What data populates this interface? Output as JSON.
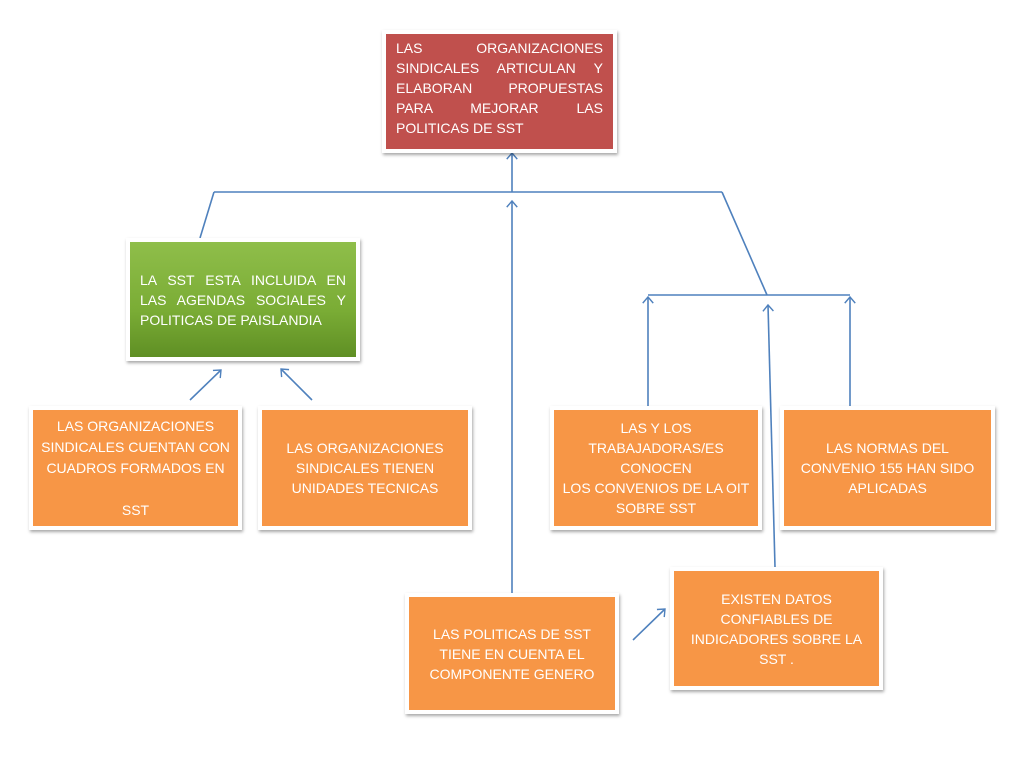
{
  "diagram": {
    "colors": {
      "connector": "#4f81bd",
      "goal": "#c0504d",
      "agenda": "#7aac35",
      "factor": "#f79646"
    },
    "boxes": {
      "goal": "LAS ORGANIZACIONES SINDICALES ARTICULAN Y ELABORAN PROPUESTAS PARA MEJORAR LAS POLITICAS DE SST",
      "agenda": "LA SST ESTA INCLUIDA EN LAS AGENDAS SOCIALES Y POLITICAS DE PAISLANDIA",
      "cuadros": "LAS ORGANIZACIONES SINDICALES CUENTAN CON CUADROS FORMADOS EN\n\nSST",
      "unidades": "LAS ORGANIZACIONES SINDICALES  TIENEN UNIDADES TECNICAS",
      "convenios": "LAS Y LOS TRABAJADORAS/ES CONOCEN\nLOS CONVENIOS DE LA OIT SOBRE SST",
      "normas": "LAS  NORMAS  DEL CONVENIO 155 HAN SIDO APLICADAS",
      "genero": "LAS POLITICAS DE SST TIENE EN CUENTA EL COMPONENTE GENERO",
      "datos": "EXISTEN DATOS CONFIABLES DE INDICADORES SOBRE LA SST ."
    }
  }
}
